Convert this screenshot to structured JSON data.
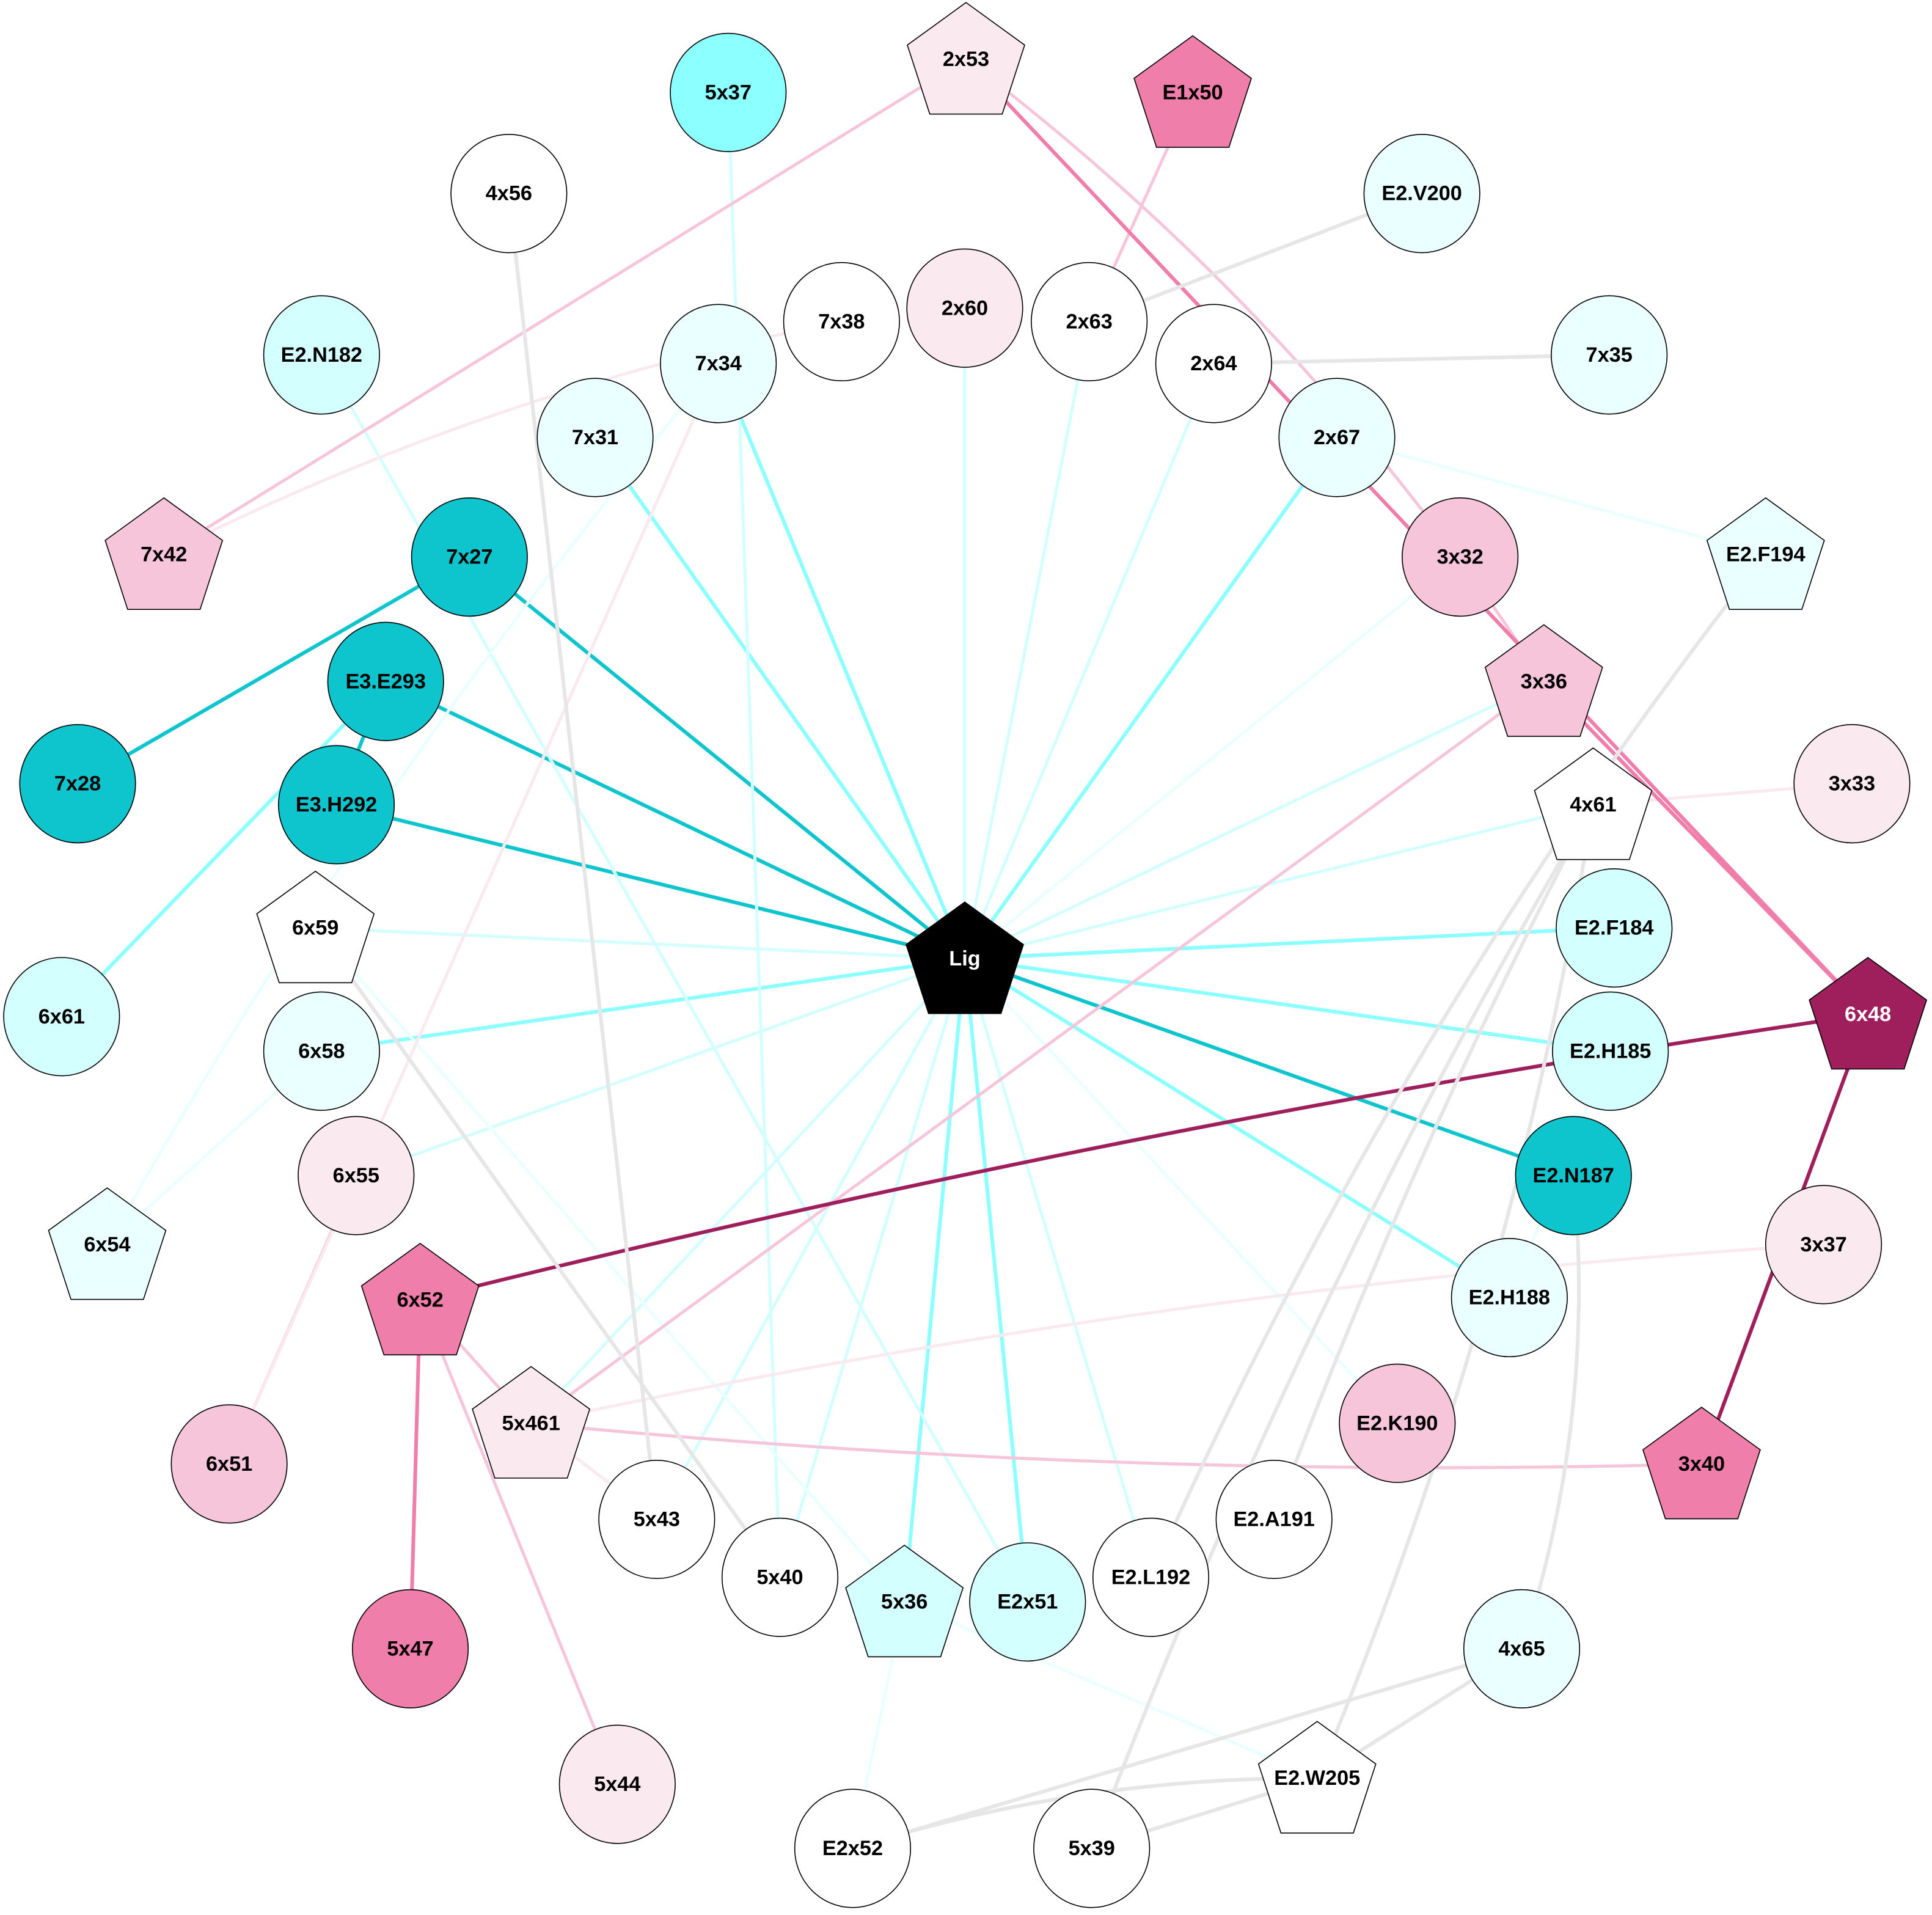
{
  "colors": {
    "teal": "#0fc5cd",
    "cyan": "#8cffff",
    "cyan_light": "#d3ffff",
    "cyan_pale": "#eaffff",
    "pink_hot": "#f07eab",
    "pink": "#f7c5da",
    "pink_pale": "#fbe9f0",
    "magenta": "#9e1f5c",
    "gray": "#e6e6e6",
    "white": "#ffffff",
    "black": "#000000"
  },
  "nodes": [
    {
      "id": "Lig",
      "shape": "pentagon",
      "fill": "#000000",
      "text": "#ffffff"
    },
    {
      "id": "2x53",
      "shape": "pentagon",
      "fill": "#fbe9f0"
    },
    {
      "id": "5x37",
      "shape": "circle",
      "fill": "#8cffff"
    },
    {
      "id": "E1x50",
      "shape": "pentagon",
      "fill": "#f07eab"
    },
    {
      "id": "4x56",
      "shape": "circle",
      "fill": "#ffffff"
    },
    {
      "id": "E2.V200",
      "shape": "circle",
      "fill": "#eaffff"
    },
    {
      "id": "E2.N182",
      "shape": "circle",
      "fill": "#d3ffff"
    },
    {
      "id": "7x38",
      "shape": "circle",
      "fill": "#ffffff"
    },
    {
      "id": "2x60",
      "shape": "circle",
      "fill": "#fbe9f0"
    },
    {
      "id": "2x63",
      "shape": "circle",
      "fill": "#ffffff"
    },
    {
      "id": "2x64",
      "shape": "circle",
      "fill": "#ffffff"
    },
    {
      "id": "7x35",
      "shape": "circle",
      "fill": "#eaffff"
    },
    {
      "id": "7x34",
      "shape": "circle",
      "fill": "#eaffff"
    },
    {
      "id": "7x31",
      "shape": "circle",
      "fill": "#eaffff"
    },
    {
      "id": "2x67",
      "shape": "circle",
      "fill": "#eaffff"
    },
    {
      "id": "7x42",
      "shape": "pentagon",
      "fill": "#f7c5da"
    },
    {
      "id": "7x27",
      "shape": "circle",
      "fill": "#0fc5cd"
    },
    {
      "id": "3x32",
      "shape": "circle",
      "fill": "#f7c5da"
    },
    {
      "id": "E2.F194",
      "shape": "pentagon",
      "fill": "#eaffff"
    },
    {
      "id": "E3.E293",
      "shape": "circle",
      "fill": "#0fc5cd"
    },
    {
      "id": "3x36",
      "shape": "pentagon",
      "fill": "#f7c5da"
    },
    {
      "id": "7x28",
      "shape": "circle",
      "fill": "#0fc5cd"
    },
    {
      "id": "E3.H292",
      "shape": "circle",
      "fill": "#0fc5cd"
    },
    {
      "id": "4x61",
      "shape": "pentagon",
      "fill": "#ffffff"
    },
    {
      "id": "3x33",
      "shape": "circle",
      "fill": "#fbe9f0"
    },
    {
      "id": "6x59",
      "shape": "pentagon",
      "fill": "#ffffff"
    },
    {
      "id": "E2.F184",
      "shape": "circle",
      "fill": "#d3ffff"
    },
    {
      "id": "6x61",
      "shape": "circle",
      "fill": "#d3ffff"
    },
    {
      "id": "6x58",
      "shape": "circle",
      "fill": "#eaffff"
    },
    {
      "id": "E2.H185",
      "shape": "circle",
      "fill": "#d3ffff"
    },
    {
      "id": "6x48",
      "shape": "pentagon",
      "fill": "#9e1f5c",
      "text": "#ffffff"
    },
    {
      "id": "6x55",
      "shape": "circle",
      "fill": "#fbe9f0"
    },
    {
      "id": "6x54",
      "shape": "pentagon",
      "fill": "#eaffff"
    },
    {
      "id": "E2.N187",
      "shape": "circle",
      "fill": "#0fc5cd"
    },
    {
      "id": "3x37",
      "shape": "circle",
      "fill": "#fbe9f0"
    },
    {
      "id": "6x52",
      "shape": "pentagon",
      "fill": "#f07eab"
    },
    {
      "id": "E2.H188",
      "shape": "circle",
      "fill": "#eaffff"
    },
    {
      "id": "5x461",
      "shape": "pentagon",
      "fill": "#fbe9f0"
    },
    {
      "id": "E2.K190",
      "shape": "circle",
      "fill": "#f7c5da"
    },
    {
      "id": "6x51",
      "shape": "circle",
      "fill": "#f7c5da"
    },
    {
      "id": "3x40",
      "shape": "pentagon",
      "fill": "#f07eab"
    },
    {
      "id": "5x43",
      "shape": "circle",
      "fill": "#ffffff"
    },
    {
      "id": "E2.A191",
      "shape": "circle",
      "fill": "#ffffff"
    },
    {
      "id": "5x40",
      "shape": "circle",
      "fill": "#ffffff"
    },
    {
      "id": "5x36",
      "shape": "pentagon",
      "fill": "#d3ffff"
    },
    {
      "id": "E2x51",
      "shape": "circle",
      "fill": "#d3ffff"
    },
    {
      "id": "E2.L192",
      "shape": "circle",
      "fill": "#ffffff"
    },
    {
      "id": "5x47",
      "shape": "circle",
      "fill": "#f07eab"
    },
    {
      "id": "4x65",
      "shape": "circle",
      "fill": "#eaffff"
    },
    {
      "id": "5x44",
      "shape": "circle",
      "fill": "#fbe9f0"
    },
    {
      "id": "E2.W205",
      "shape": "pentagon",
      "fill": "#ffffff"
    },
    {
      "id": "E2x52",
      "shape": "circle",
      "fill": "#ffffff"
    },
    {
      "id": "5x39",
      "shape": "circle",
      "fill": "#ffffff"
    }
  ],
  "edges": [
    {
      "s": "Lig",
      "t": "7x27",
      "color": "#0fc5cd"
    },
    {
      "s": "Lig",
      "t": "E3.E293",
      "color": "#0fc5cd"
    },
    {
      "s": "Lig",
      "t": "E3.H292",
      "color": "#0fc5cd"
    },
    {
      "s": "Lig",
      "t": "E2.N187",
      "color": "#0fc5cd"
    },
    {
      "s": "7x27",
      "t": "7x28",
      "color": "#0fc5cd"
    },
    {
      "s": "E3.E293",
      "t": "E3.H292",
      "color": "#0fc5cd"
    },
    {
      "s": "Lig",
      "t": "7x34",
      "color": "#8cffff"
    },
    {
      "s": "Lig",
      "t": "7x31",
      "color": "#8cffff"
    },
    {
      "s": "Lig",
      "t": "2x67",
      "color": "#8cffff"
    },
    {
      "s": "Lig",
      "t": "6x58",
      "color": "#8cffff"
    },
    {
      "s": "Lig",
      "t": "E2.F184",
      "color": "#8cffff"
    },
    {
      "s": "Lig",
      "t": "E2.H185",
      "color": "#8cffff"
    },
    {
      "s": "Lig",
      "t": "E2.H188",
      "color": "#8cffff"
    },
    {
      "s": "Lig",
      "t": "5x36",
      "color": "#8cffff"
    },
    {
      "s": "Lig",
      "t": "E2x51",
      "color": "#8cffff"
    },
    {
      "s": "E3.E293",
      "t": "6x61",
      "color": "#8cffff"
    },
    {
      "s": "Lig",
      "t": "2x60",
      "color": "#d3ffff"
    },
    {
      "s": "Lig",
      "t": "2x63",
      "color": "#d3ffff"
    },
    {
      "s": "Lig",
      "t": "2x64",
      "color": "#d3ffff"
    },
    {
      "s": "Lig",
      "t": "6x59",
      "color": "#d3ffff"
    },
    {
      "s": "Lig",
      "t": "4x61",
      "color": "#d3ffff"
    },
    {
      "s": "Lig",
      "t": "3x36",
      "color": "#d3ffff"
    },
    {
      "s": "Lig",
      "t": "6x55",
      "color": "#d3ffff"
    },
    {
      "s": "Lig",
      "t": "5x461",
      "color": "#d3ffff"
    },
    {
      "s": "Lig",
      "t": "5x40",
      "color": "#d3ffff"
    },
    {
      "s": "Lig",
      "t": "5x43",
      "color": "#d3ffff"
    },
    {
      "s": "Lig",
      "t": "E2.L192",
      "color": "#d3ffff"
    },
    {
      "s": "Lig",
      "t": "E2.K190",
      "color": "#eaffff"
    },
    {
      "s": "Lig",
      "t": "3x32",
      "color": "#eaffff"
    },
    {
      "s": "5x37",
      "t": "5x40",
      "color": "#d3ffff"
    },
    {
      "s": "E2.N182",
      "t": "E2x51",
      "color": "#d3ffff"
    },
    {
      "s": "7x34",
      "t": "6x54",
      "color": "#eaffff"
    },
    {
      "s": "E2.F194",
      "t": "2x67",
      "color": "#eaffff"
    },
    {
      "s": "6x58",
      "t": "6x54",
      "color": "#eaffff"
    },
    {
      "s": "E2.H185",
      "t": "E2.H188",
      "color": "#eaffff"
    },
    {
      "s": "6x59",
      "t": "5x36",
      "color": "#eaffff"
    },
    {
      "s": "5x36",
      "t": "E2x52",
      "color": "#eaffff"
    },
    {
      "s": "5x36",
      "t": "E2.W205",
      "color": "#eaffff"
    },
    {
      "s": "2x53",
      "t": "7x42",
      "color": "#f7c5da"
    },
    {
      "s": "2x53",
      "t": "3x36",
      "color": "#f7c5da"
    },
    {
      "s": "E1x50",
      "t": "2x63",
      "color": "#f7c5da"
    },
    {
      "s": "3x36",
      "t": "5x461",
      "color": "#f7c5da"
    },
    {
      "s": "6x55",
      "t": "6x51",
      "color": "#f7c5da"
    },
    {
      "s": "6x52",
      "t": "5x44",
      "color": "#f7c5da"
    },
    {
      "s": "6x52",
      "t": "5x461",
      "color": "#f7c5da"
    },
    {
      "s": "5x461",
      "t": "3x40",
      "color": "#f7c5da"
    },
    {
      "s": "7x42",
      "t": "7x38",
      "color": "#fbe9f0"
    },
    {
      "s": "7x34",
      "t": "6x51",
      "color": "#fbe9f0"
    },
    {
      "s": "4x61",
      "t": "3x33",
      "color": "#fbe9f0"
    },
    {
      "s": "3x37",
      "t": "5x461",
      "color": "#fbe9f0"
    },
    {
      "s": "5x461",
      "t": "5x43",
      "color": "#fbe9f0"
    },
    {
      "s": "2x53",
      "t": "6x48",
      "color": "#f07eab"
    },
    {
      "s": "3x36",
      "t": "6x48",
      "color": "#f07eab"
    },
    {
      "s": "6x52",
      "t": "5x47",
      "color": "#f07eab"
    },
    {
      "s": "6x48",
      "t": "6x52",
      "color": "#9e1f5c"
    },
    {
      "s": "6x48",
      "t": "3x40",
      "color": "#9e1f5c"
    },
    {
      "s": "4x56",
      "t": "5x43",
      "color": "#e6e6e6"
    },
    {
      "s": "2x63",
      "t": "E2.V200",
      "color": "#e6e6e6"
    },
    {
      "s": "2x64",
      "t": "7x35",
      "color": "#e6e6e6"
    },
    {
      "s": "6x59",
      "t": "5x40",
      "color": "#e6e6e6"
    },
    {
      "s": "E2.F194",
      "t": "E2.L192",
      "color": "#e6e6e6"
    },
    {
      "s": "4x61",
      "t": "E2.A191",
      "color": "#e6e6e6"
    },
    {
      "s": "4x61",
      "t": "E2.W205",
      "color": "#e6e6e6"
    },
    {
      "s": "4x61",
      "t": "5x39",
      "color": "#e6e6e6"
    },
    {
      "s": "4x65",
      "t": "E2x52",
      "color": "#e6e6e6"
    },
    {
      "s": "4x65",
      "t": "E2.W205",
      "color": "#e6e6e6"
    },
    {
      "s": "E2.W205",
      "t": "5x39",
      "color": "#e6e6e6"
    },
    {
      "s": "E2.W205",
      "t": "E2x52",
      "color": "#e6e6e6"
    },
    {
      "s": "E2.N187",
      "t": "4x65",
      "color": "#e6e6e6"
    }
  ]
}
